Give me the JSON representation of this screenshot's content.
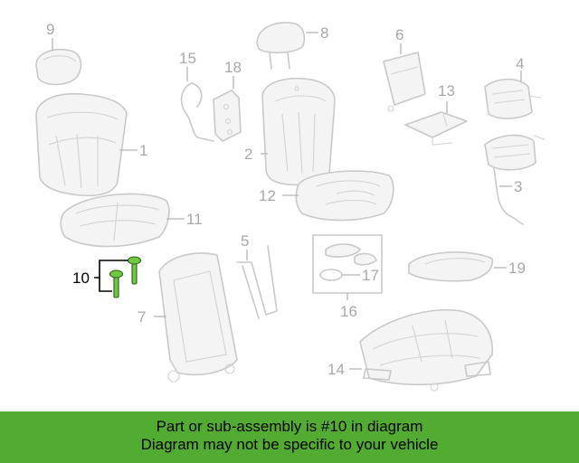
{
  "diagram": {
    "callouts": {
      "c1": "1",
      "c2": "2",
      "c3": "3",
      "c4": "4",
      "c5": "5",
      "c6": "6",
      "c7": "7",
      "c8": "8",
      "c9": "9",
      "c10": "10",
      "c11": "11",
      "c12": "12",
      "c13": "13",
      "c14": "14",
      "c15": "15",
      "c16": "16",
      "c17": "17",
      "c18": "18",
      "c19": "19"
    },
    "highlight_color": "#6ec842"
  },
  "banner": {
    "line1": "Part or sub-assembly is #10 in diagram",
    "line2": "Diagram may not be specific to your vehicle",
    "background": "#52ac32"
  }
}
